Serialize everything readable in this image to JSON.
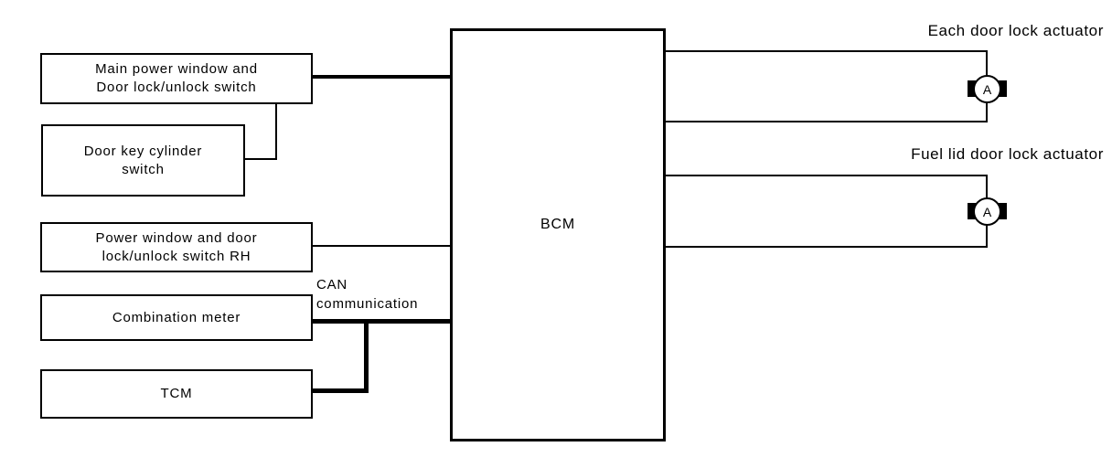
{
  "boxes": {
    "main_power_switch": "Main power window and\nDoor lock/unlock switch",
    "door_key_cylinder": "Door key cylinder\nswitch",
    "pw_switch_rh": "Power window and door\nlock/unlock switch RH",
    "combination_meter": "Combination meter",
    "tcm": "TCM",
    "bcm": "BCM"
  },
  "labels": {
    "each_door_actuator": "Each door lock actuator",
    "fuel_lid_actuator": "Fuel lid door lock actuator",
    "can_communication": "CAN\ncommunication"
  },
  "symbols": {
    "actuator_motor": "A"
  },
  "colors": {
    "line": "#000000",
    "background": "#ffffff"
  }
}
